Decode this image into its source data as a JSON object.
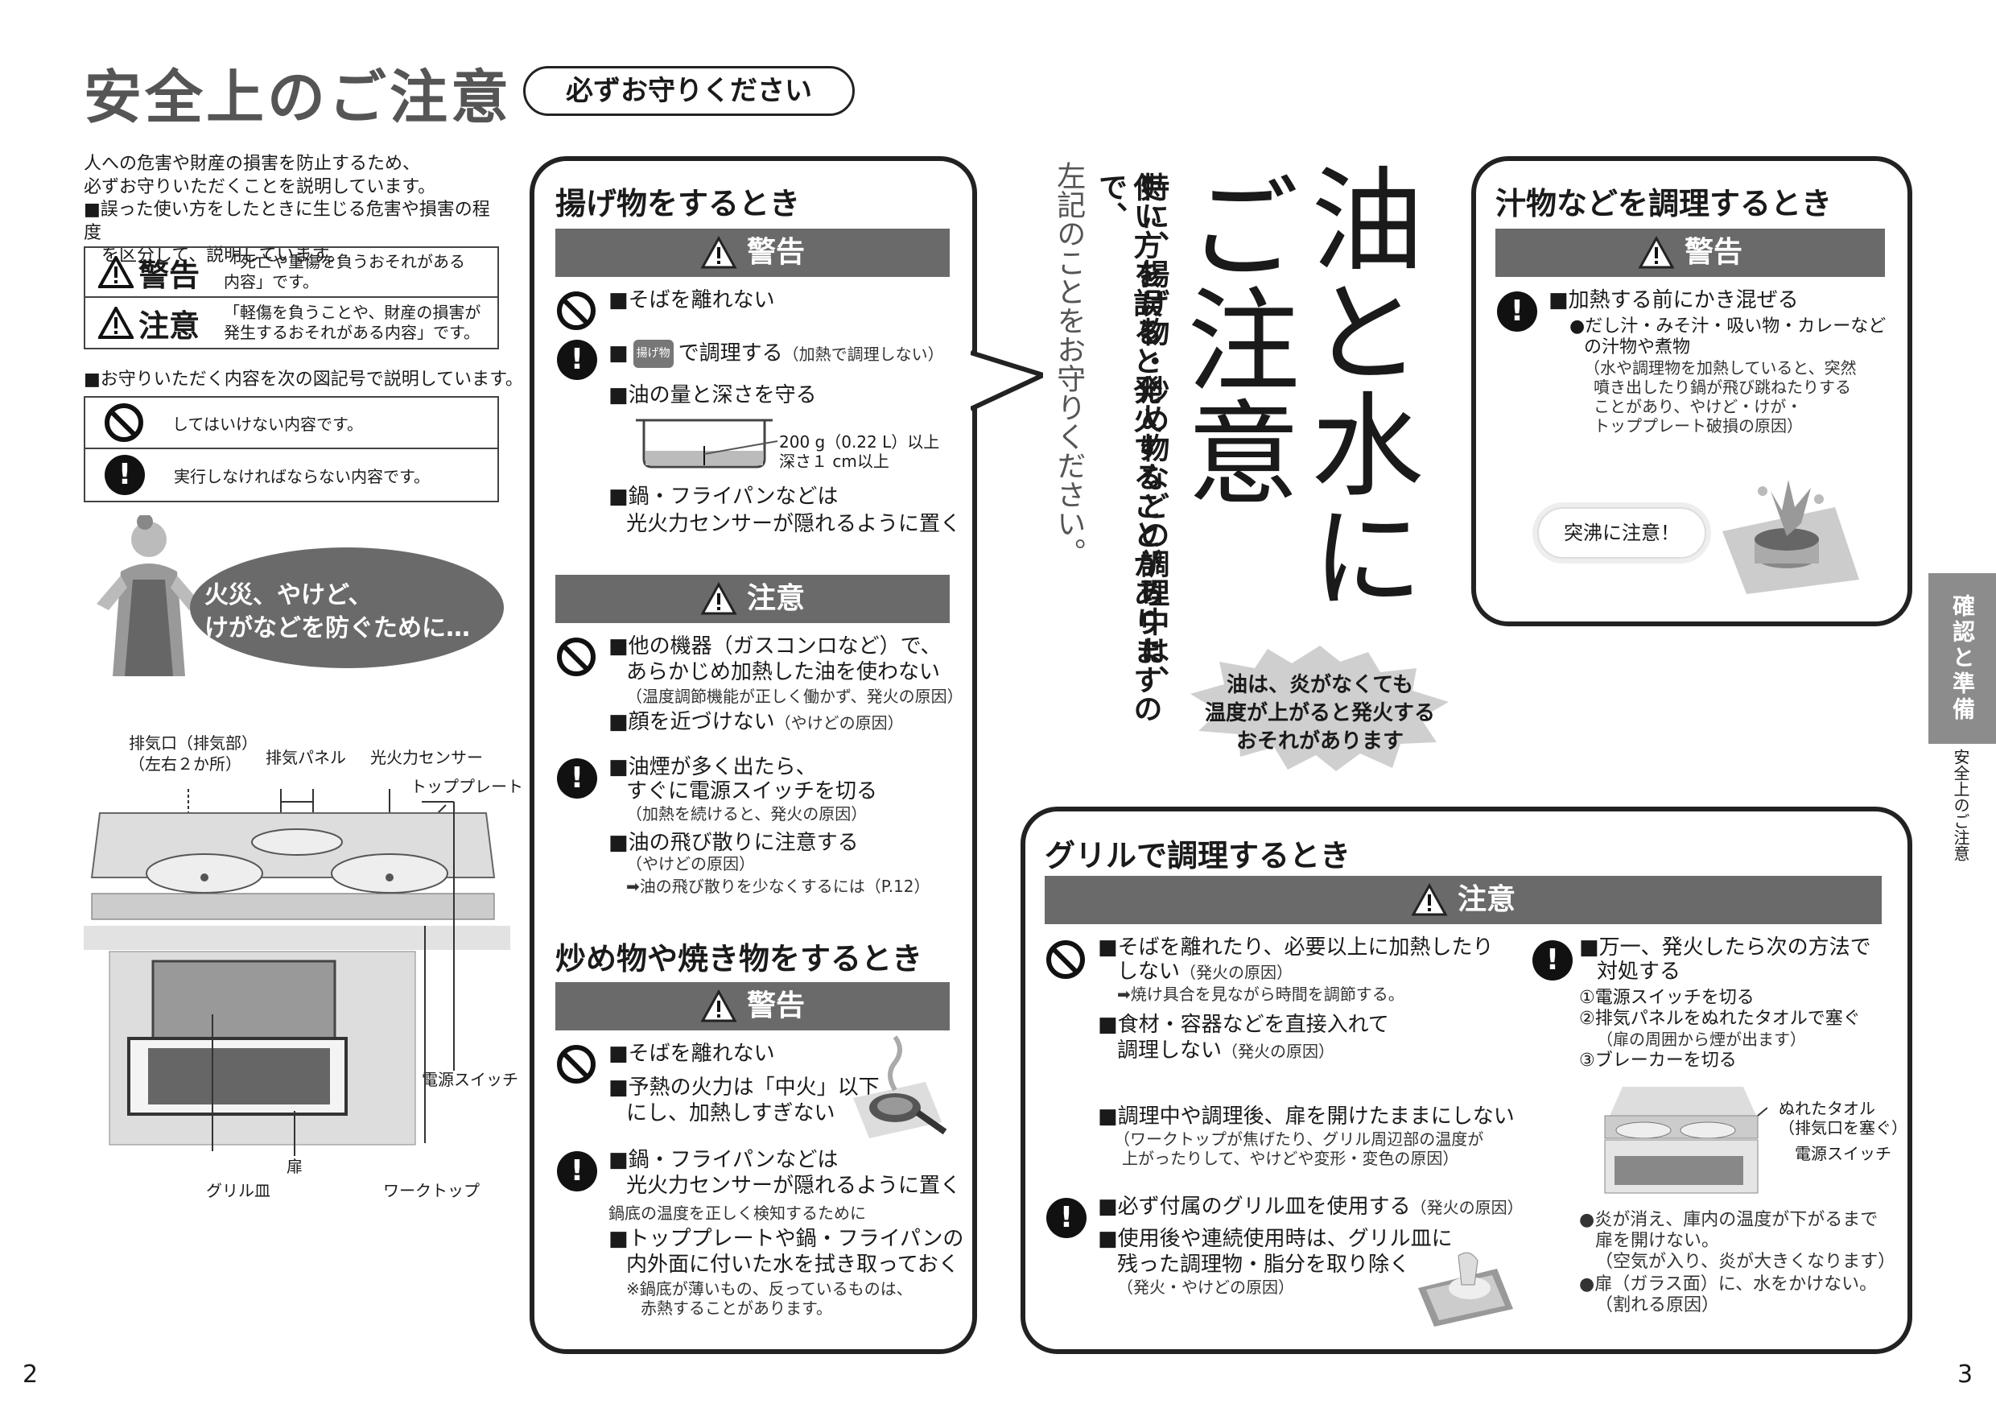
{
  "header": {
    "title": "安全上のご注意",
    "badge": "必ずお守りください"
  },
  "intro": {
    "line1": "人への危害や財産の損害を防止するため、",
    "line2": "必ずお守りいただくことを説明しています。",
    "line3": "■誤った使い方をしたときに生じる危害や損害の程度",
    "line4": "を区分して、説明しています。"
  },
  "levels": [
    {
      "label": "警告",
      "desc": "「死亡や重傷を負うおそれがある\n内容」です。"
    },
    {
      "label": "注意",
      "desc": "「軽傷を負うことや、財産の損害が\n発生するおそれがある内容」です。"
    }
  ],
  "symbols_intro": "■お守りいただく内容を次の図記号で説明しています。",
  "symbols": [
    {
      "icon": "prohibition-icon",
      "text": "してはいけない内容です。"
    },
    {
      "icon": "mandatory-icon",
      "text": "実行しなければならない内容です。"
    }
  ],
  "woman_bubble": {
    "line1": "火災、やけど、",
    "line2": "けがなどを防ぐために…"
  },
  "diagram_labels": {
    "exhaust": "排気口（排気部）\n（左右２か所）",
    "exhaust_panel": "排気パネル",
    "sensor": "光火力センサー",
    "top_plate": "トッププレート",
    "power_switch": "電源スイッチ",
    "door": "扉",
    "grill_pan": "グリル皿",
    "worktop": "ワークトップ"
  },
  "fry_section": {
    "title": "揚げ物をするとき",
    "warning_label": "警告",
    "w1": "■そばを離れない",
    "w2_pre": "■",
    "w2_key": "揚げ物",
    "w2_post": "で調理する",
    "w2_note": "（加熱で調理しない）",
    "w3": "■油の量と深さを守る",
    "pot_note1": "200 g（0.22 L）以上",
    "pot_note2": "深さ１ cm以上",
    "w4a": "■鍋・フライパンなどは",
    "w4b": "光火力センサーが隠れるように置く",
    "caution_label": "注意",
    "c1a": "■他の機器（ガスコンロなど）で、",
    "c1b": "あらかじめ加熱した油を使わない",
    "c1n": "（温度調節機能が正しく働かず、発火の原因）",
    "c2": "■顔を近づけない",
    "c2n": "（やけどの原因）",
    "c3a": "■油煙が多く出たら、",
    "c3b": "すぐに電源スイッチを切る",
    "c3n": "（加熱を続けると、発火の原因）",
    "c4": "■油の飛び散りに注意する",
    "c4n": "（やけどの原因）",
    "c4r": "➡油の飛び散りを少なくするには（P.12）"
  },
  "stirfry_section": {
    "title": "炒め物や焼き物をするとき",
    "warning_label": "警告",
    "w1": "■そばを離れない",
    "w2a": "■予熱の火力は「中火」以下",
    "w2b": "にし、加熱しすぎない",
    "w3a": "■鍋・フライパンなどは",
    "w3b": "光火力センサーが隠れるように置く",
    "w3n": "鍋底の温度を正しく検知するために",
    "w4a": "■トッププレートや鍋・フライパンの",
    "w4b": "内外面に付いた水を拭き取っておく",
    "w4n1": "※鍋底が薄いもの、反っているものは、",
    "w4n2": "赤熱することがあります。"
  },
  "center": {
    "big_title_col1": "油と水に",
    "big_title_col2": "ご注意",
    "vertical_text_col1": "特に、揚げ物・炒め物などの調理中は、",
    "vertical_text_col2": "使い方を誤ると発火することがありますので、",
    "vertical_text_col3": "左記のことをお守りください。",
    "burst_line1": "油は、炎がなくても",
    "burst_line2": "温度が上がると発火する",
    "burst_line3": "おそれがあります"
  },
  "soup_section": {
    "title": "汁物などを調理するとき",
    "warning_label": "警告",
    "w1": "■加熱する前にかき混ぜる",
    "b1a": "●だし汁・みそ汁・吸い物・カレーなど",
    "b1b": "の汁物や煮物",
    "n1": "（水や調理物を加熱していると、突然",
    "n2": "噴き出したり鍋が飛び跳ねたりする",
    "n3": "ことがあり、やけど・けが・",
    "n4": "トッププレート破損の原因）",
    "bubble": "突沸に注意！"
  },
  "grill_section": {
    "title": "グリルで調理するとき",
    "caution_label": "注意",
    "p1a": "■そばを離れたり、必要以上に加熱したり",
    "p1b": "しない",
    "p1n": "（発火の原因）",
    "p1r": "➡焼け具合を見ながら時間を調節する。",
    "p2a": "■食材・容器などを直接入れて",
    "p2b": "調理しない",
    "p2n": "（発火の原因）",
    "p3": "■調理中や調理後、扉を開けたままにしない",
    "p3n1": "（ワークトップが焦げたり、グリル周辺部の温度が",
    "p3n2": "上がったりして、やけどや変形・変色の原因）",
    "m1": "■必ず付属のグリル皿を使用する",
    "m1n": "（発火の原因）",
    "m2a": "■使用後や連続使用時は、グリル皿に",
    "m2b": "残った調理物・脂分を取り除く",
    "m2n": "（発火・やけどの原因）",
    "f1a": "■万一、発火したら次の方法で",
    "f1b": "対処する",
    "s1": "①電源スイッチを切る",
    "s2": "②排気パネルをぬれたタオルで塞ぐ",
    "s2n": "（扉の周囲から煙が出ます）",
    "s3": "③ブレーカーを切る",
    "towel": "ぬれたタオル",
    "towel_n": "（排気口を塞ぐ）",
    "switch": "電源スイッチ",
    "b1a": "●炎が消え、庫内の温度が下がるまで",
    "b1b": "扉を開けない。",
    "b1c": "（空気が入り、炎が大きくなります）",
    "b2a": "●扉（ガラス面）に、水をかけない。",
    "b2b": "（割れる原因）"
  },
  "side_tab": {
    "main": "確認と準備",
    "sub": "安全上のご注意"
  },
  "page_left": "2",
  "page_right": "3"
}
